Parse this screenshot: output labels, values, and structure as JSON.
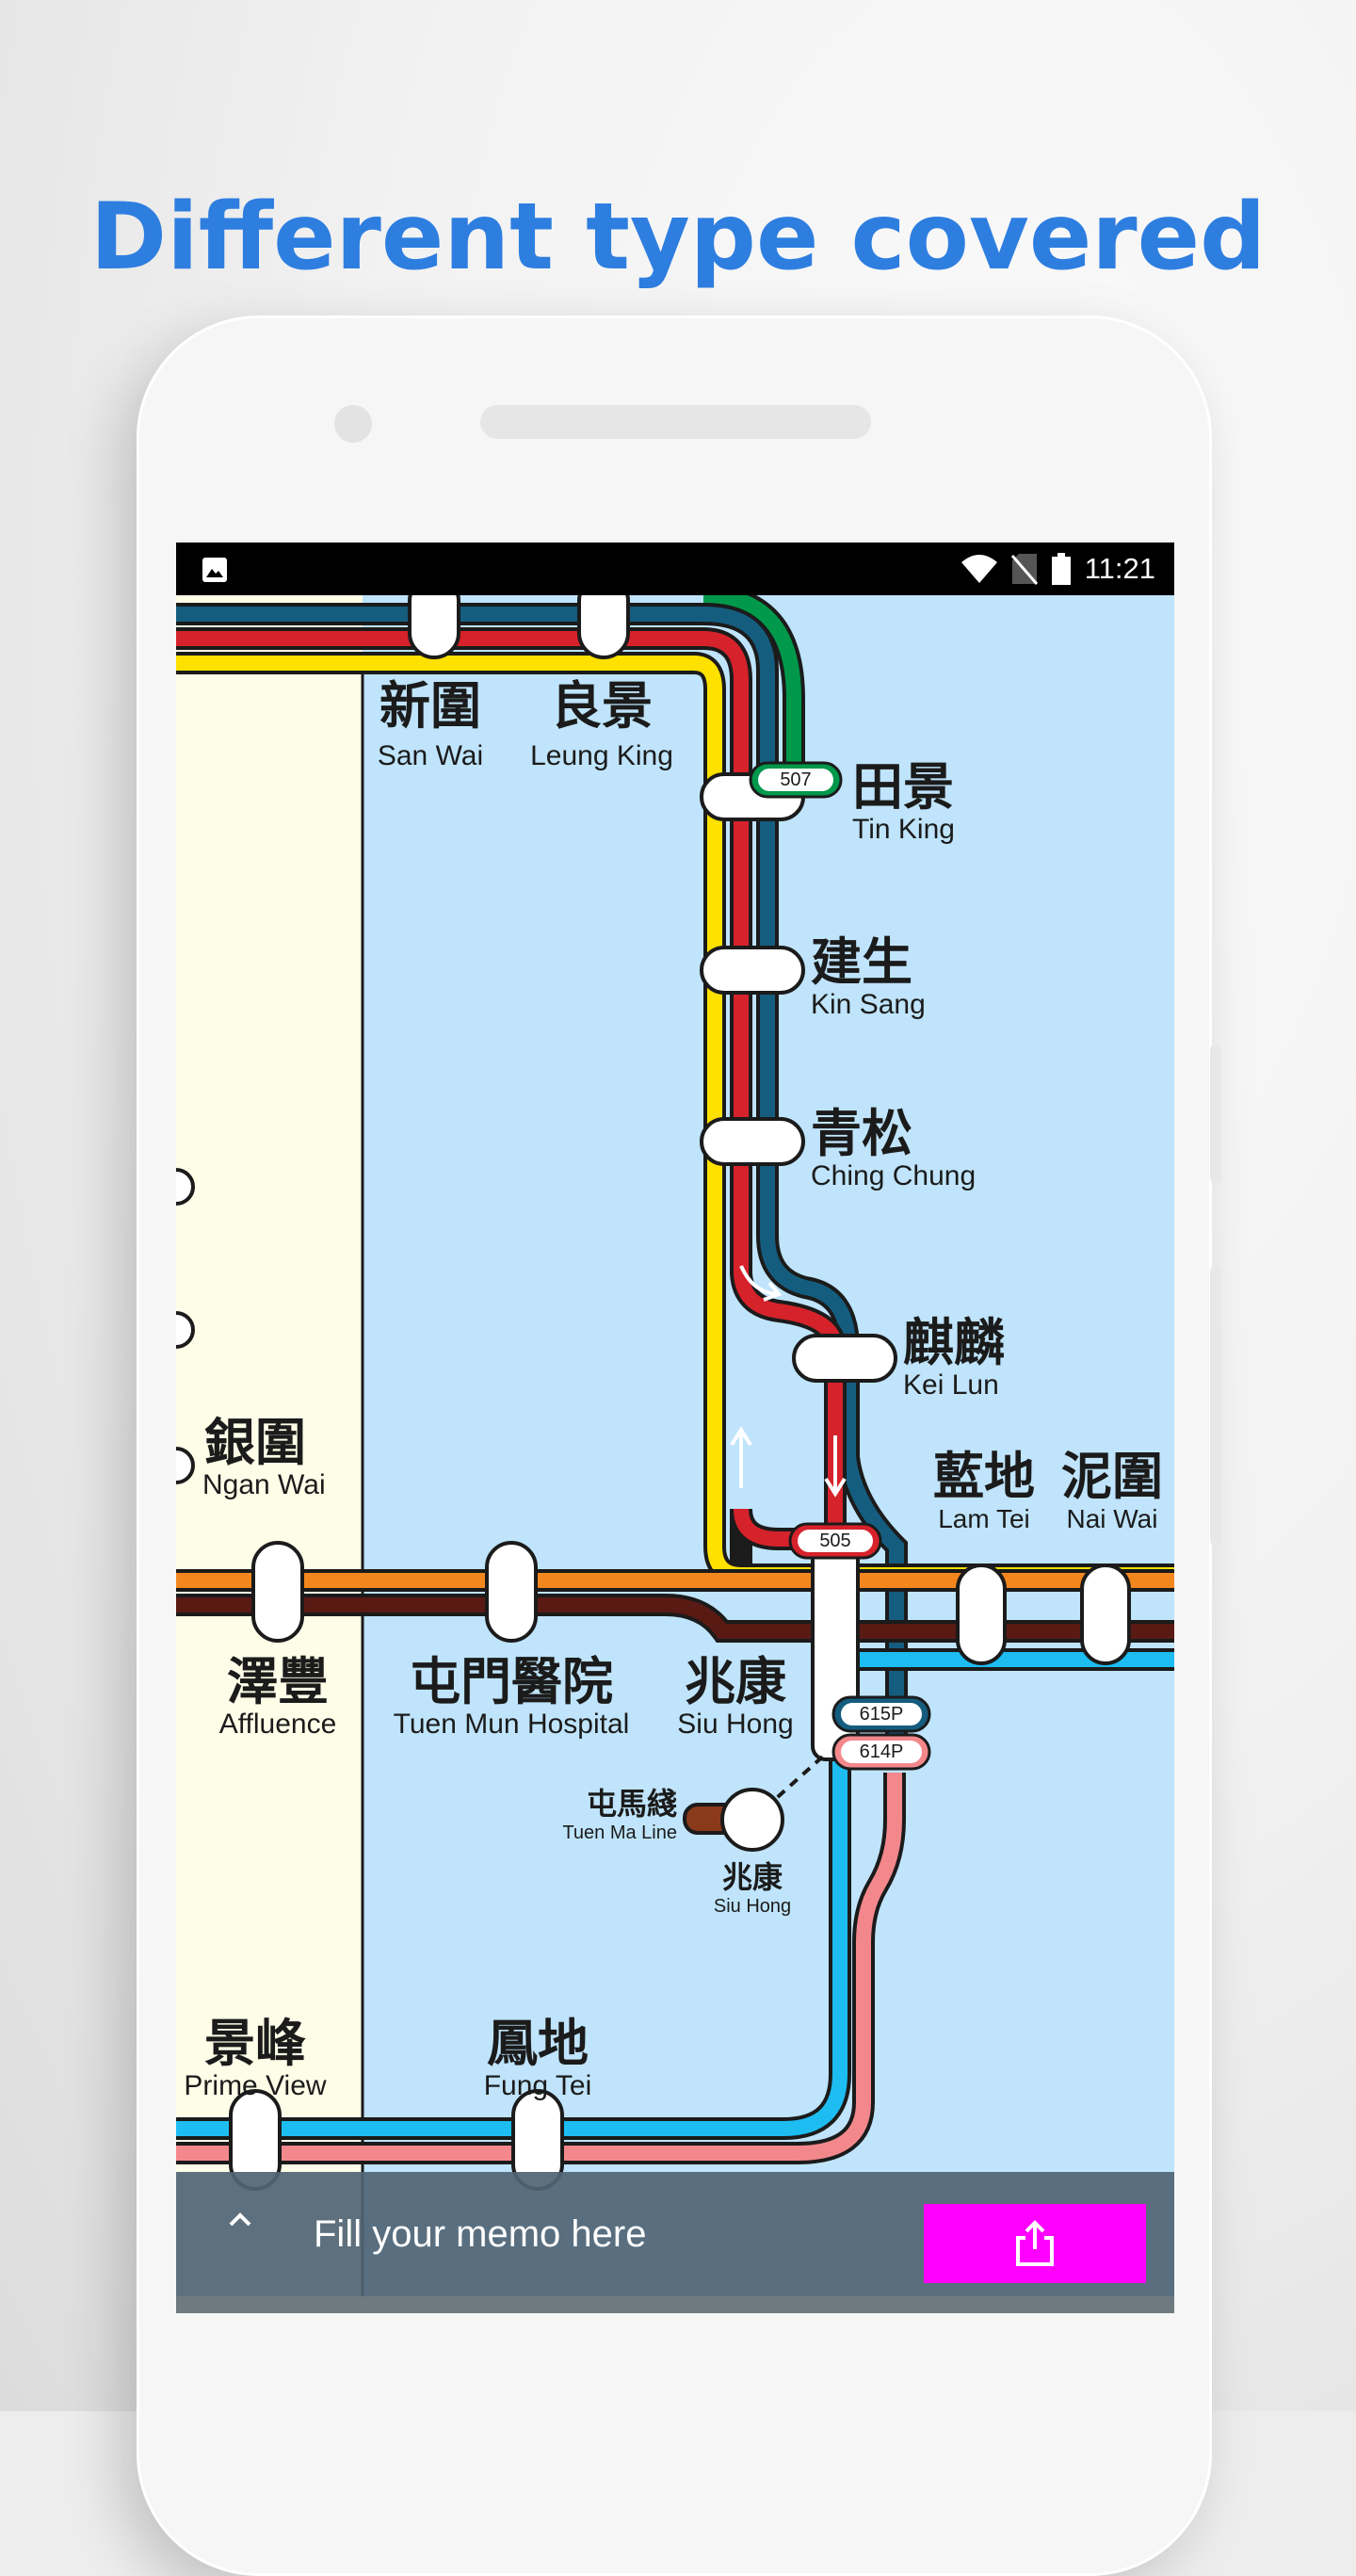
{
  "headline": "Different type covered",
  "status_bar": {
    "time": "11:21",
    "left_icon": "image-icon",
    "right_icons": [
      "wifi-icon",
      "no-sim-icon",
      "battery-icon"
    ]
  },
  "stations": [
    {
      "id": "san-wai",
      "zh": "新圍",
      "en": "San Wai"
    },
    {
      "id": "leung-king",
      "zh": "良景",
      "en": "Leung King"
    },
    {
      "id": "tin-king",
      "zh": "田景",
      "en": "Tin King"
    },
    {
      "id": "kin-sang",
      "zh": "建生",
      "en": "Kin Sang"
    },
    {
      "id": "ching-chung",
      "zh": "青松",
      "en": "Ching Chung"
    },
    {
      "id": "kei-lun",
      "zh": "麒麟",
      "en": "Kei Lun"
    },
    {
      "id": "ngan-wai",
      "zh": "銀圍",
      "en": "Ngan Wai"
    },
    {
      "id": "lam-tei",
      "zh": "藍地",
      "en": "Lam Tei"
    },
    {
      "id": "nai-wai",
      "zh": "泥圍",
      "en": "Nai Wai"
    },
    {
      "id": "affluence",
      "zh": "澤豐",
      "en": "Affluence"
    },
    {
      "id": "tuen-mun-hospital",
      "zh": "屯門醫院",
      "en": "Tuen Mun Hospital"
    },
    {
      "id": "siu-hong",
      "zh": "兆康",
      "en": "Siu Hong"
    },
    {
      "id": "siu-hong-rail",
      "zh": "兆康",
      "en": "Siu Hong"
    },
    {
      "id": "prime-view",
      "zh": "景峰",
      "en": "Prime View"
    },
    {
      "id": "fung-tei",
      "zh": "鳳地",
      "en": "Fung Tei"
    }
  ],
  "tuen_ma_line": {
    "zh": "屯馬綫",
    "en": "Tuen Ma Line"
  },
  "route_badges": [
    "507",
    "505",
    "615P",
    "614P"
  ],
  "line_colors": {
    "dark_blue": "#155d7f",
    "red": "#d6222b",
    "yellow": "#ffe100",
    "green": "#00984a",
    "orange": "#f3871e",
    "brown": "#5a1a14",
    "sky_blue": "#1dbdf2",
    "pink": "#f3888c",
    "tuen_ma": "#8a3a1a"
  },
  "memo": {
    "placeholder": "Fill your memo here",
    "expand_icon": "chevron-up-icon",
    "share_icon": "share-icon",
    "share_button_color": "#ff00ff"
  }
}
